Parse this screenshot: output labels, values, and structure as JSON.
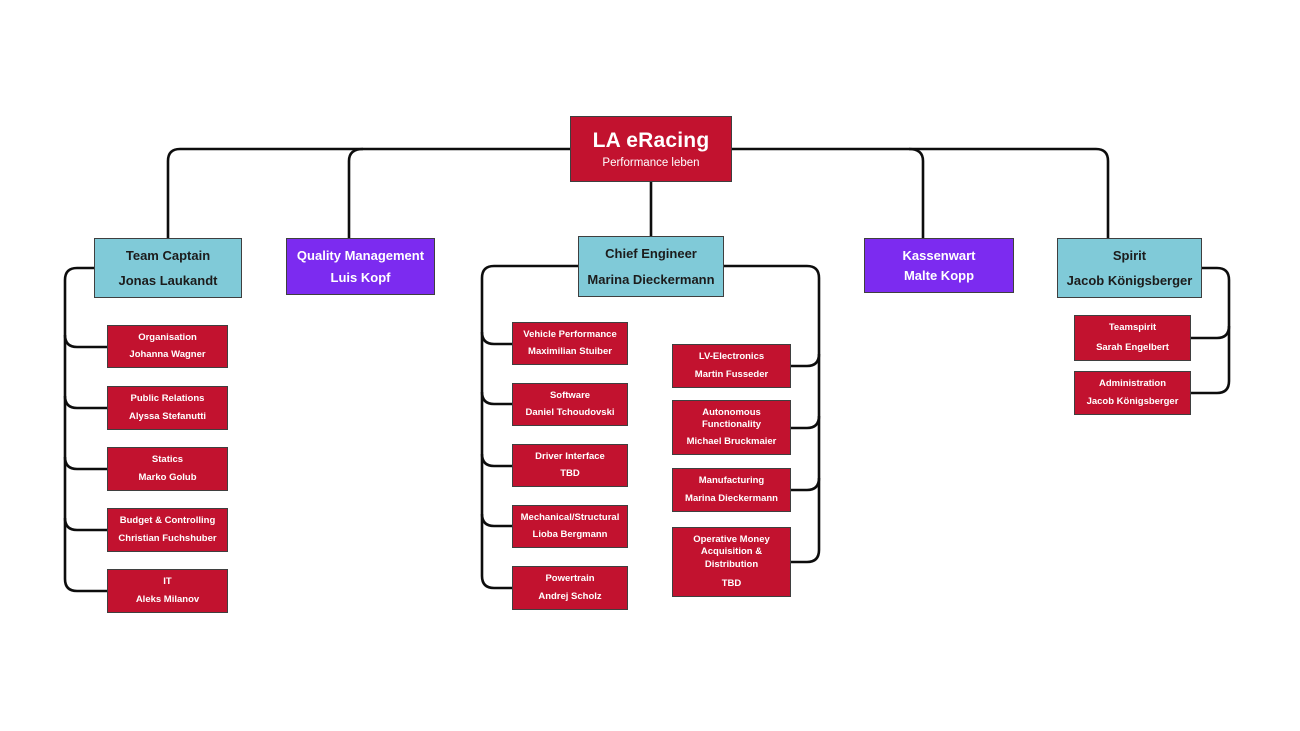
{
  "colors": {
    "node_red": "#C2122F",
    "node_cyan": "#80CAD8",
    "node_purple": "#7C2BF0",
    "connector_black": "#0d0d0d",
    "background": "#ffffff"
  },
  "nodes": {
    "root": {
      "title": "LA eRacing",
      "subtitle": "Performance leben"
    },
    "team_captain": {
      "title": "Team Captain",
      "name": "Jonas Laukandt"
    },
    "quality_management": {
      "title": "Quality Management",
      "name": "Luis Kopf"
    },
    "chief_engineer": {
      "title": "Chief Engineer",
      "name": "Marina Dieckermann"
    },
    "kassenwart": {
      "title": "Kassenwart",
      "name": "Malte Kopp"
    },
    "spirit": {
      "title": "Spirit",
      "name": "Jacob Königsberger"
    },
    "organisation": {
      "title": "Organisation",
      "name": "Johanna Wagner"
    },
    "public_relations": {
      "title": "Public Relations",
      "name": "Alyssa Stefanutti"
    },
    "statics": {
      "title": "Statics",
      "name": "Marko Golub"
    },
    "budget_controlling": {
      "title": "Budget & Controlling",
      "name": "Christian Fuchshuber"
    },
    "it": {
      "title": "IT",
      "name": "Aleks Milanov"
    },
    "vehicle_performance": {
      "title": "Vehicle Performance",
      "name": "Maximilian Stuiber"
    },
    "software": {
      "title": "Software",
      "name": "Daniel Tchoudovski"
    },
    "driver_interface": {
      "title": "Driver Interface",
      "name": "TBD"
    },
    "mechanical_structural": {
      "title": "Mechanical/Structural",
      "name": "Lioba Bergmann"
    },
    "powertrain": {
      "title": "Powertrain",
      "name": "Andrej Scholz"
    },
    "lv_electronics": {
      "title": "LV-Electronics",
      "name": "Martin Fusseder"
    },
    "autonomous_functionality": {
      "title": "Autonomous Functionality",
      "name": "Michael Bruckmaier"
    },
    "manufacturing": {
      "title": "Manufacturing",
      "name": "Marina Dieckermann"
    },
    "operative_money": {
      "title": "Operative Money Acquisition & Distribution",
      "name": "TBD"
    },
    "teamspirit": {
      "title": "Teamspirit",
      "name": "Sarah Engelbert"
    },
    "administration": {
      "title": "Administration",
      "name": "Jacob Königsberger"
    }
  }
}
